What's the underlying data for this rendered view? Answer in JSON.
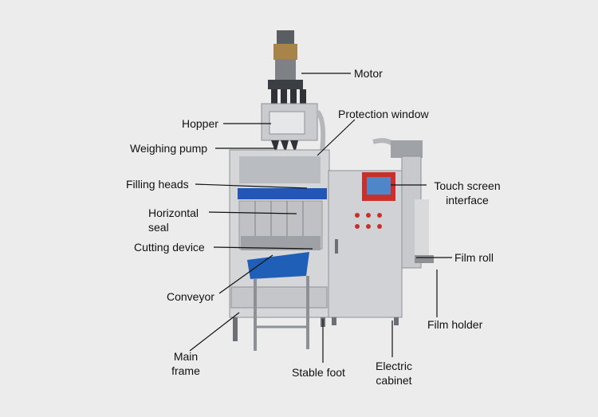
{
  "labels": {
    "motor": "Motor",
    "protection_window": "Protection window",
    "hopper": "Hopper",
    "weighing_pump": "Weighing pump",
    "filling_heads": "Filling heads",
    "touch_screen_line1": "Touch screen",
    "touch_screen_line2": "interface",
    "horizontal_seal_line1": "Horizontal",
    "horizontal_seal_line2": "seal",
    "cutting_device": "Cutting device",
    "film_roll": "Film roll",
    "conveyor": "Conveyor",
    "film_holder": "Film holder",
    "main_frame_line1": "Main",
    "main_frame_line2": "frame",
    "stable_foot": "Stable foot",
    "electric_cabinet_line1": "Electric",
    "electric_cabinet_line2": "cabinet"
  },
  "colors": {
    "background": "#ececec",
    "steel": "#c8cacc",
    "steel_dark": "#8d9196",
    "panel_red": "#c9302c",
    "screen_blue": "#4f86c9",
    "conveyor_blue": "#1f5fb8",
    "leader_line": "#111111"
  }
}
